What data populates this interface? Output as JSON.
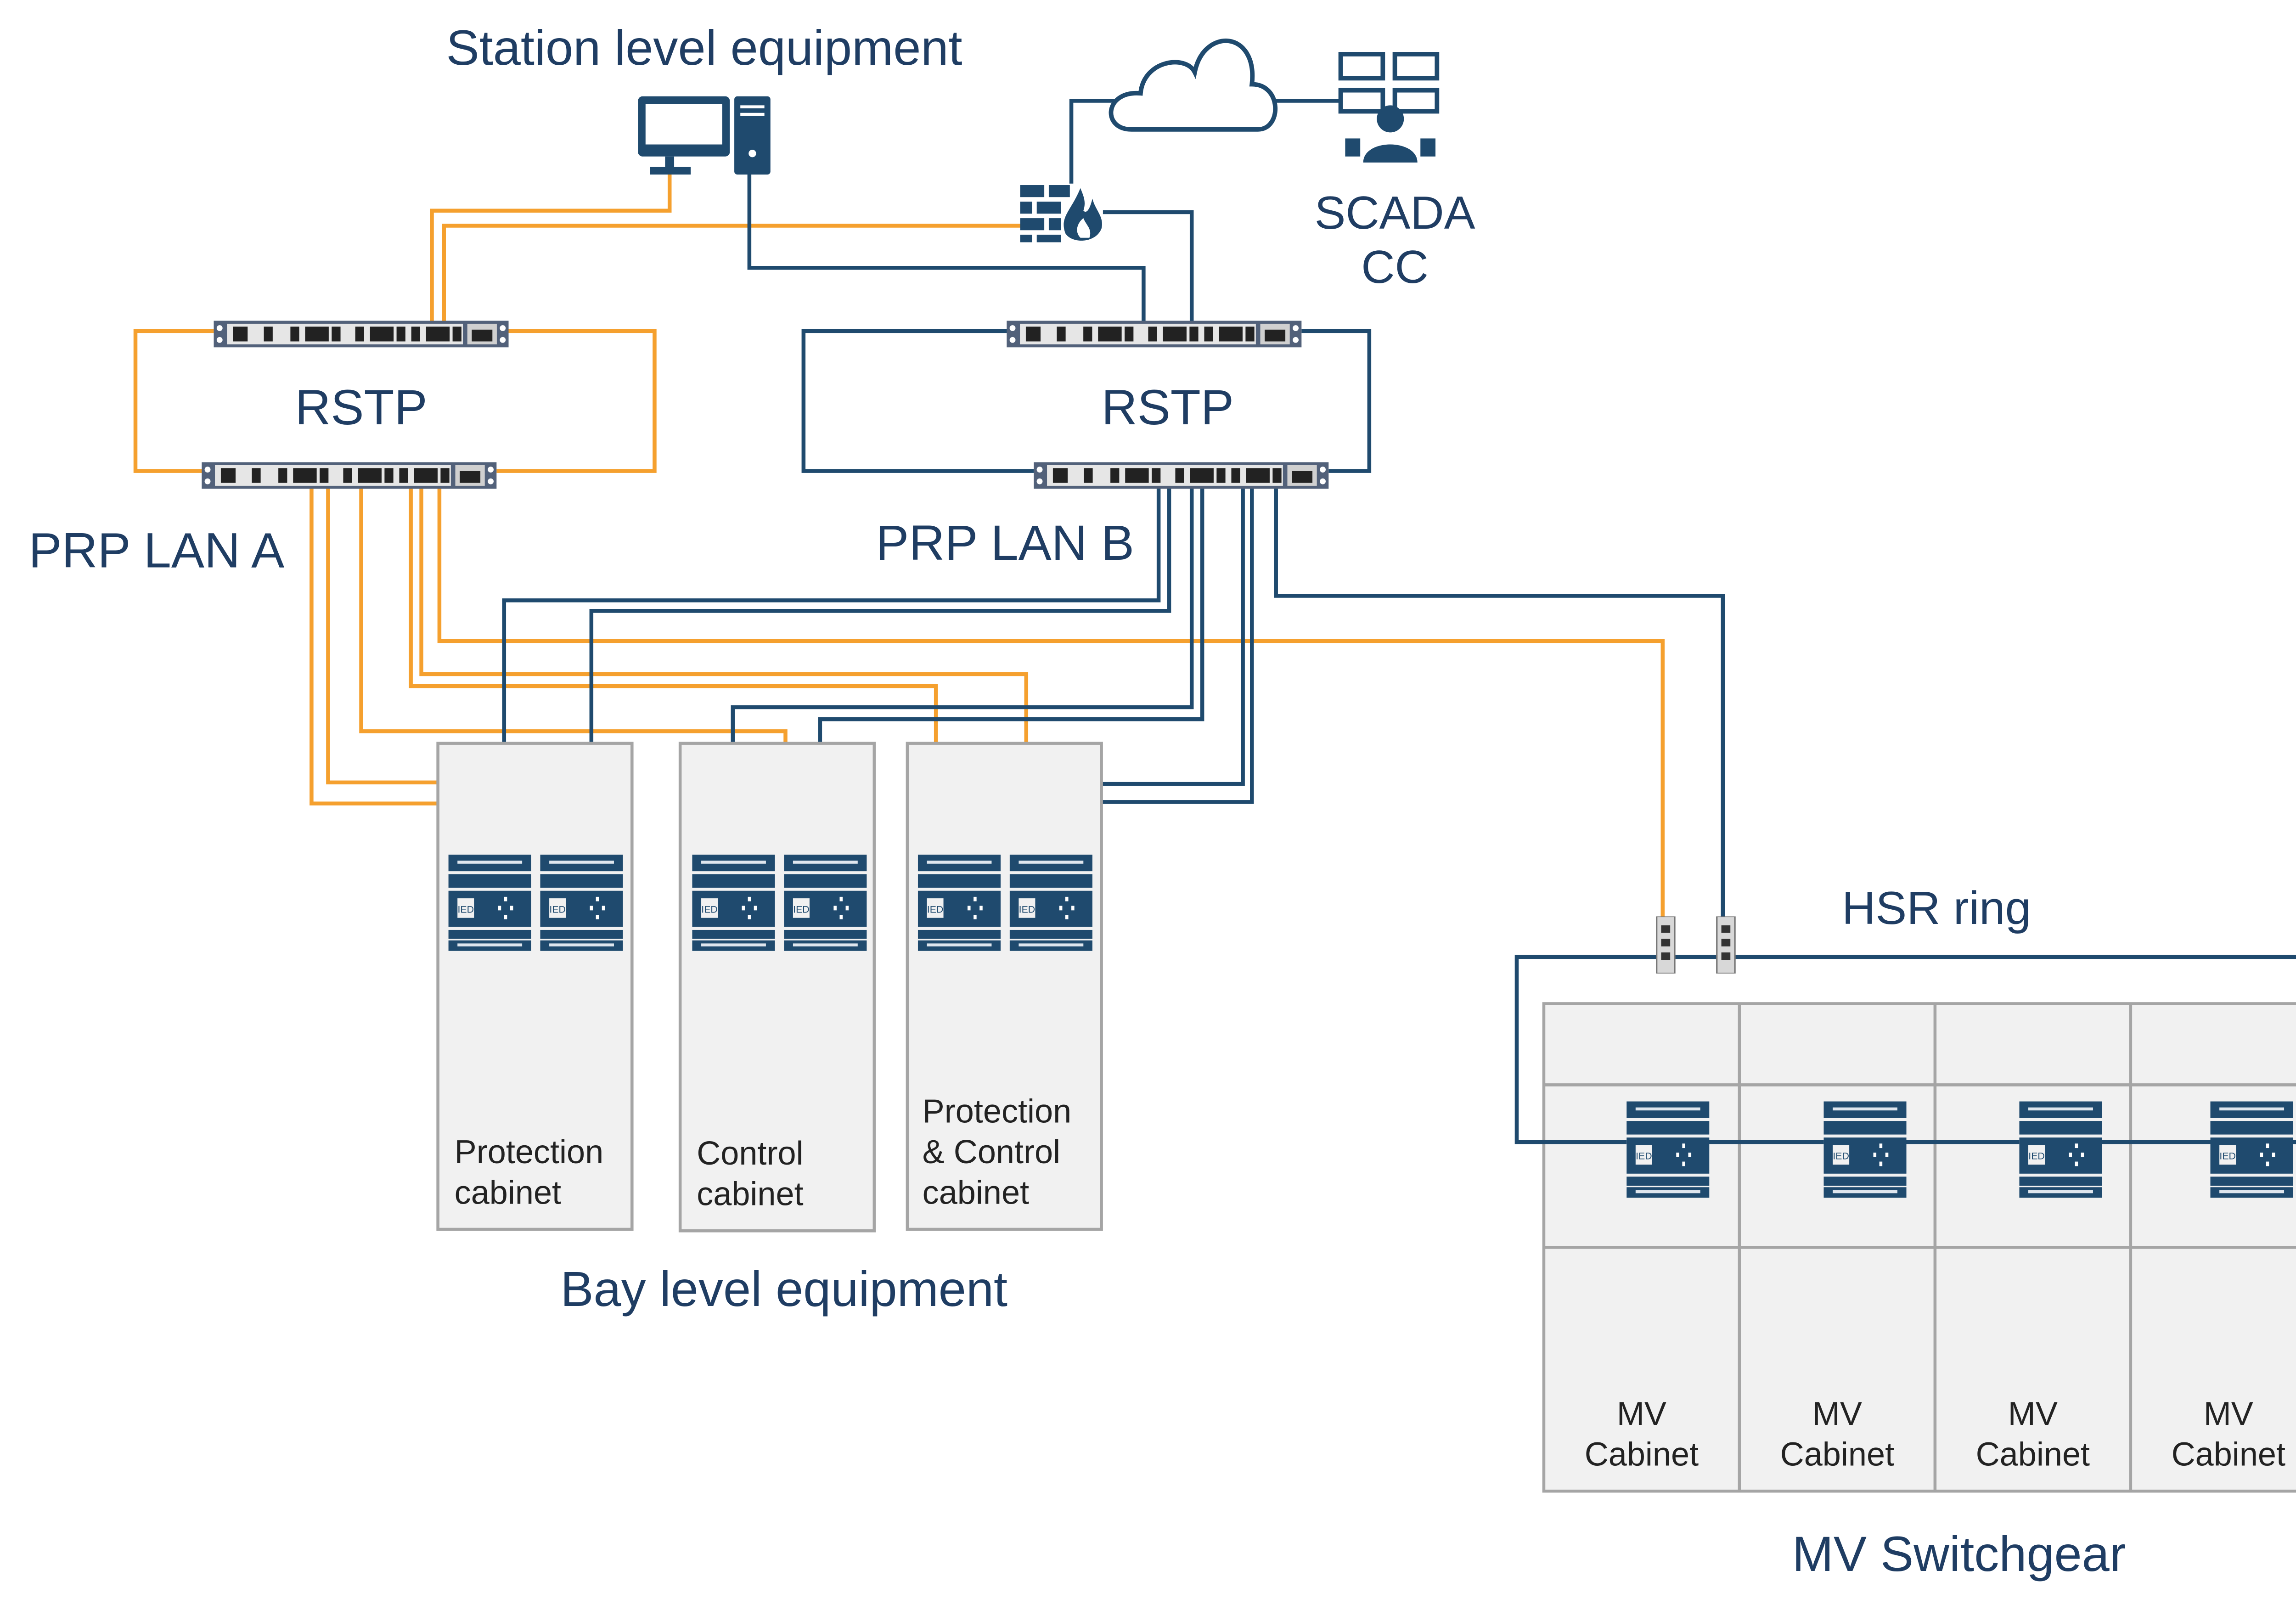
{
  "labels": {
    "station": "Station level equipment",
    "scada_line1": "SCADA",
    "scada_line2": "CC",
    "rstp_a": "RSTP",
    "rstp_b": "RSTP",
    "prp_a": "PRP LAN A",
    "prp_b": "PRP LAN B",
    "bay": "Bay level equipment",
    "hsr": "HSR ring",
    "mv_switchgear": "MV Switchgear"
  },
  "bay_cabinets": [
    {
      "line1": "Protection",
      "line2": "cabinet"
    },
    {
      "line1": "Control",
      "line2": "cabinet"
    },
    {
      "line1": "Protection",
      "line2": "& Control",
      "line3": "cabinet"
    }
  ],
  "mv_cabinets": [
    {
      "line1": "MV",
      "line2": "Cabinet"
    },
    {
      "line1": "MV",
      "line2": "Cabinet"
    },
    {
      "line1": "MV",
      "line2": "Cabinet"
    },
    {
      "line1": "MV",
      "line2": "Cabinet"
    }
  ],
  "ied_label": "IED",
  "colors": {
    "lan_a": "#f5a02e",
    "lan_b": "#1f4a6e",
    "text": "#1f3d63",
    "device": "#1f4a6e"
  }
}
